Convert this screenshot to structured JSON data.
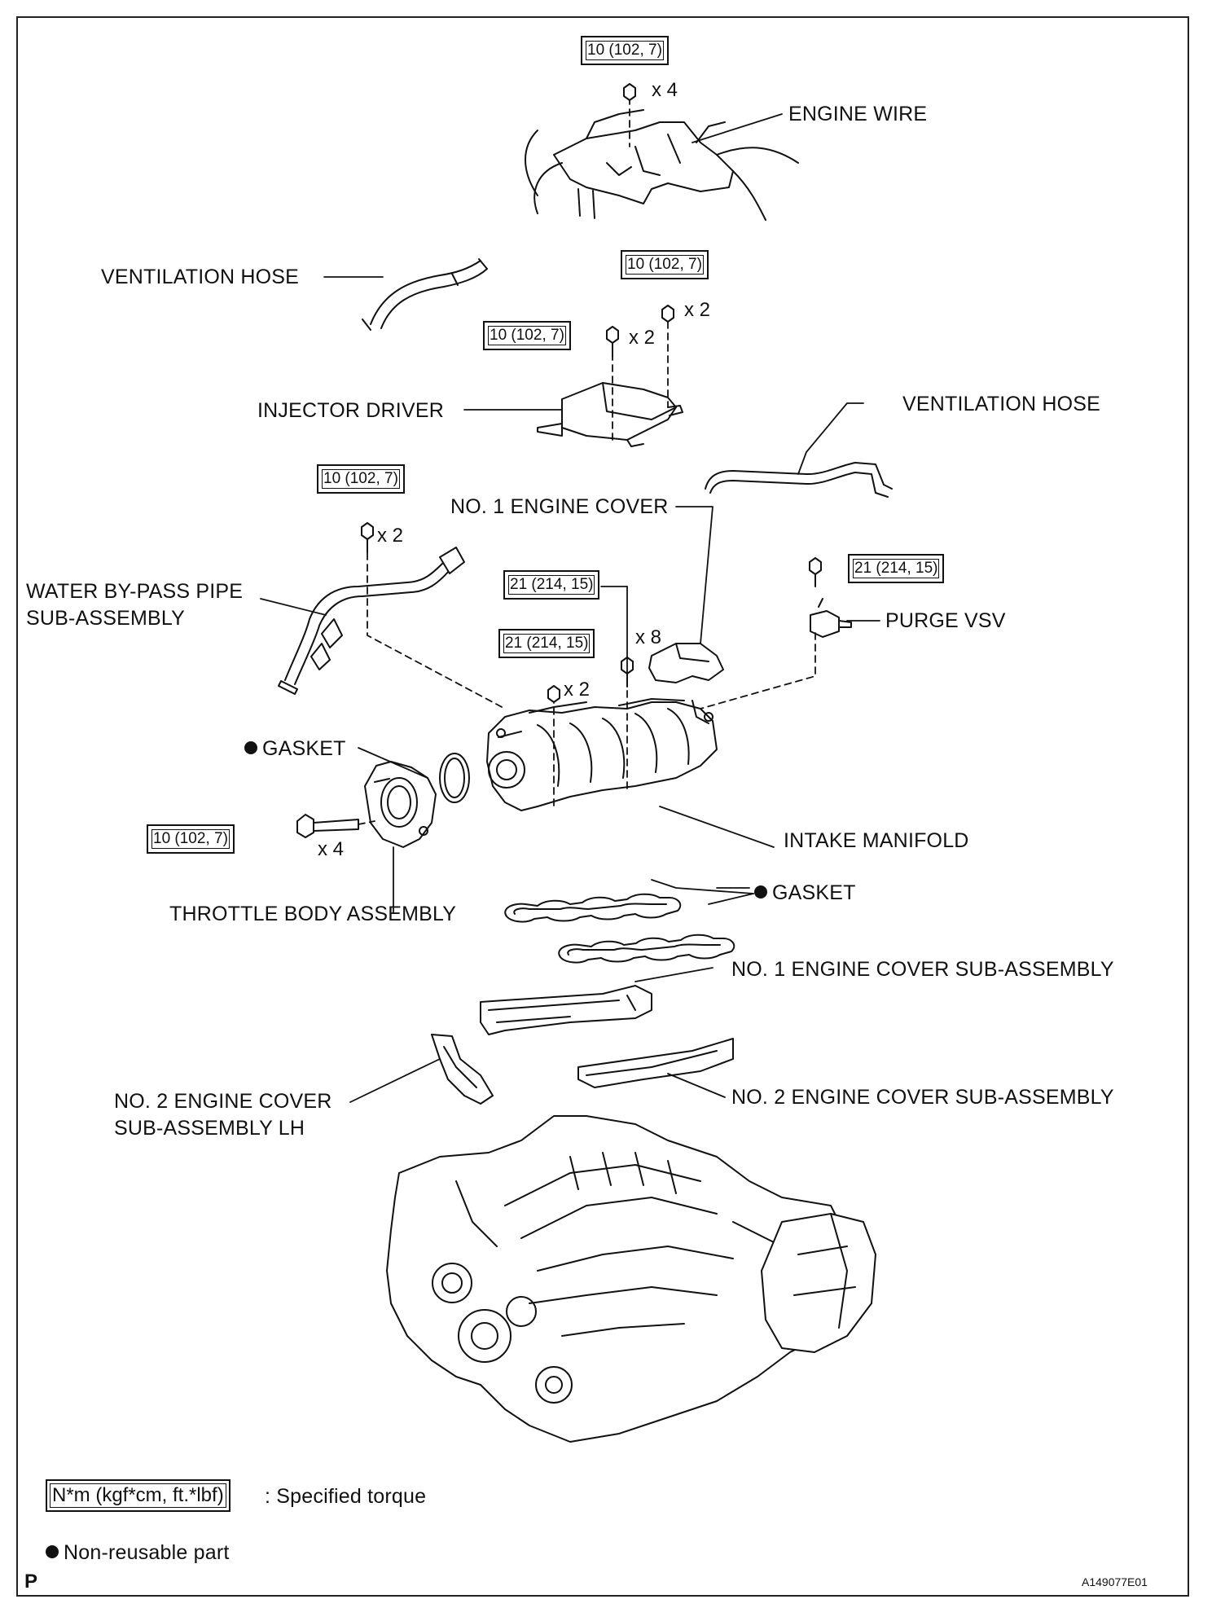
{
  "labels": {
    "engine_wire": "ENGINE WIRE",
    "ventilation_hose_1": "VENTILATION HOSE",
    "injector_driver": "INJECTOR DRIVER",
    "ventilation_hose_2": "VENTILATION HOSE",
    "no1_engine_cover": "NO. 1 ENGINE COVER",
    "water_bypass_1": "WATER BY-PASS PIPE",
    "water_bypass_2": "SUB-ASSEMBLY",
    "purge_vsv": "PURGE VSV",
    "gasket_1": "GASKET",
    "intake_manifold": "INTAKE MANIFOLD",
    "gasket_2": "GASKET",
    "throttle_body": "THROTTLE BODY ASSEMBLY",
    "no1_engine_cover_sub": "NO. 1 ENGINE COVER SUB-ASSEMBLY",
    "no2_engine_cover_lh_1": "NO. 2 ENGINE COVER",
    "no2_engine_cover_lh_2": "SUB-ASSEMBLY LH",
    "no2_engine_cover_sub": "NO. 2 ENGINE COVER SUB-ASSEMBLY"
  },
  "torques": {
    "t_engine_wire": "10 (102, 7)",
    "t_injector_right": "10 (102, 7)",
    "t_injector_left": "10 (102, 7)",
    "t_water_bypass": "10 (102, 7)",
    "t_cover_bolts": "21 (214, 15)",
    "t_manifold_nuts": "21 (214, 15)",
    "t_purge_vsv": "21 (214, 15)",
    "t_throttle": "10 (102, 7)"
  },
  "quantities": {
    "q_engine_wire": "x 4",
    "q_injector_right": "x 2",
    "q_injector_left": "x 2",
    "q_water_bypass": "x 2",
    "q_cover_bolts": "x 8",
    "q_manifold_nuts": "x 2",
    "q_throttle": "x 4"
  },
  "legend": {
    "torque_units": "N*m (kgf*cm, ft.*lbf)",
    "torque_desc": ": Specified torque",
    "nonreusable": "Non-reusable part"
  },
  "footer": {
    "left_mark": "P",
    "figure_id": "A149077E01"
  }
}
